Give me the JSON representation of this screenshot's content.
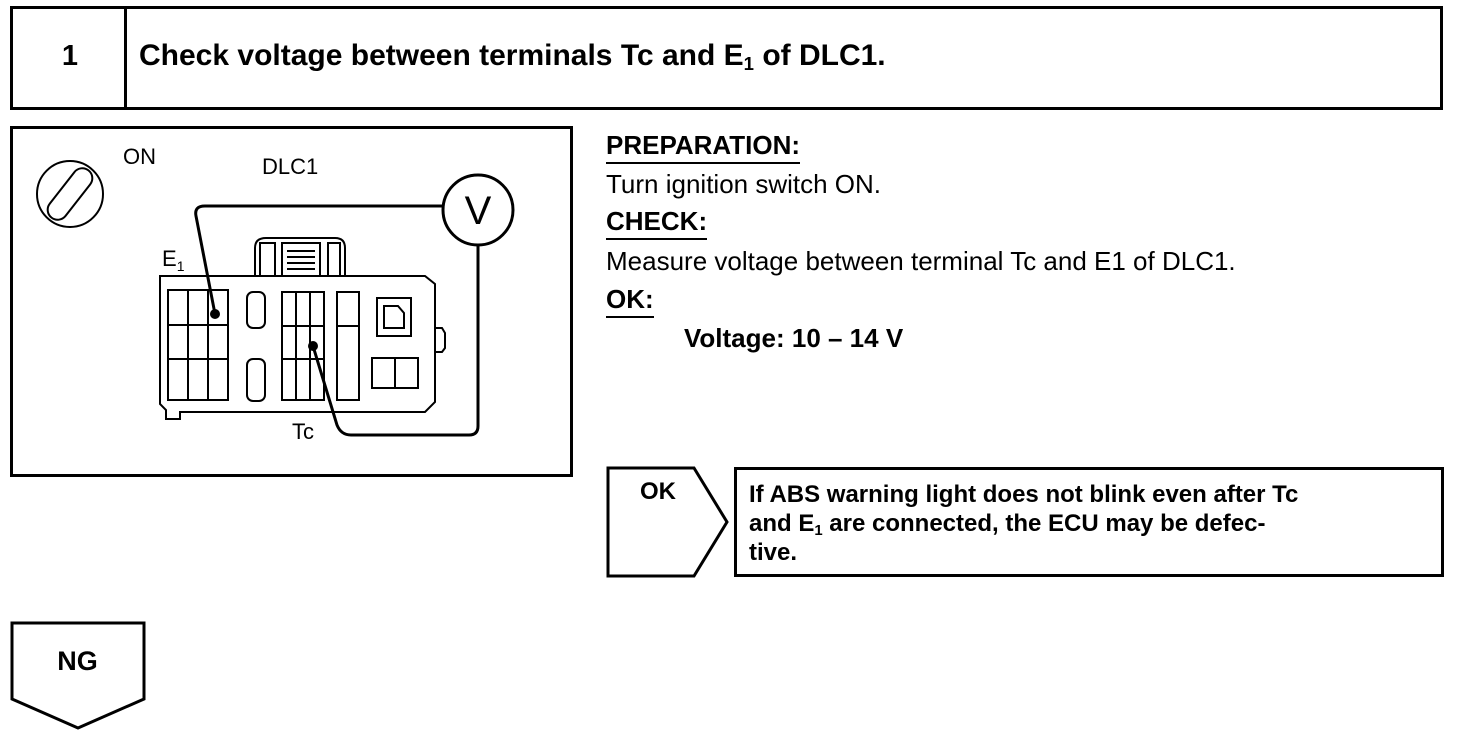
{
  "step": {
    "number": "1",
    "title_main": "Check voltage between terminals Tc and E",
    "title_sub": "1",
    "title_end": " of DLC1."
  },
  "diagram": {
    "switch_label": "ON",
    "connector_label": "DLC1",
    "meter_label": "V",
    "e1_main": "E",
    "e1_sub": "1",
    "tc_label": "Tc"
  },
  "instructions": {
    "preparation_heading": "PREPARATION:",
    "preparation_text": "Turn ignition switch ON.",
    "check_heading": "CHECK:",
    "check_text": "Measure voltage between terminal Tc and E1 of DLC1.",
    "ok_heading": "OK:",
    "ok_spec": "Voltage: 10 – 14 V"
  },
  "results": {
    "ok_label": "OK",
    "ok_line1": "If ABS warning light does not blink even after Tc",
    "ok_line2_a": "and E",
    "ok_line2_sub": "1",
    "ok_line2_b": " are connected, the ECU may be defec-",
    "ok_line3": "tive.",
    "ng_label": "NG"
  }
}
